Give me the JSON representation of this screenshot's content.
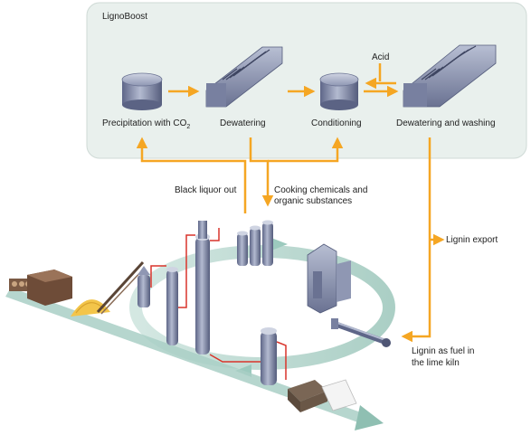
{
  "box": {
    "title": "LignoBoost",
    "steps": [
      {
        "label": "Precipitation with CO",
        "sub": "2"
      },
      {
        "label": "Dewatering"
      },
      {
        "label": "Conditioning"
      },
      {
        "label": "Dewatering and washing"
      }
    ],
    "acid_label": "Acid"
  },
  "flows": {
    "black_liquor": "Black liquor out",
    "cooking_line1": "Cooking chemicals and",
    "cooking_line2": "organic substances",
    "lignin_export": "Lignin export",
    "lime_line1": "Lignin as fuel in",
    "lime_line2": "the lime kiln"
  },
  "colors": {
    "panel_bg": "#e9f0ed",
    "flow_arrow": "#f5a623",
    "equipment": "#8a93ad",
    "cycle_arrow": "#a9cfc6",
    "pipe_red": "#d9342b"
  }
}
